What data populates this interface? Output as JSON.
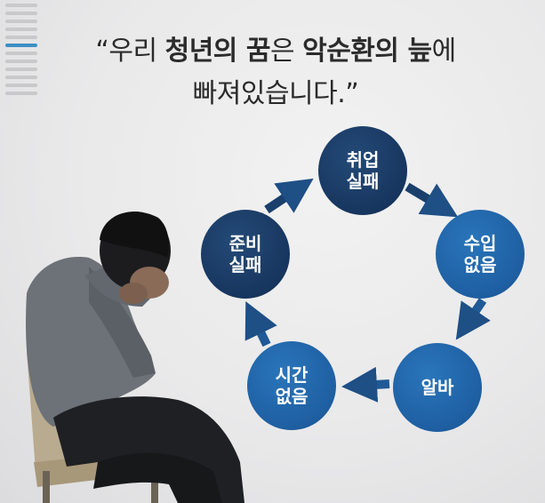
{
  "indicator": {
    "total": 12,
    "active_index": 5
  },
  "headline": {
    "line1_a": "“우리 ",
    "line1_b": "청년의 꿈",
    "line1_c": "은 ",
    "line1_d": "악순환의 늪",
    "line1_e": "에",
    "line2": "빠져있습니다.”"
  },
  "cycle": {
    "employ_fail": {
      "line1": "취업",
      "line2": "실패"
    },
    "no_income": {
      "line1": "수입",
      "line2": "없음"
    },
    "part_time": {
      "line1": "알바"
    },
    "no_time": {
      "line1": "시간",
      "line2": "없음"
    },
    "prep_fail": {
      "line1": "준비",
      "line2": "실패"
    }
  },
  "colors": {
    "dark_navy": "#17365f",
    "blue": "#1e5fa2",
    "accent": "#3d8fc6",
    "text": "#2b2b2b"
  }
}
